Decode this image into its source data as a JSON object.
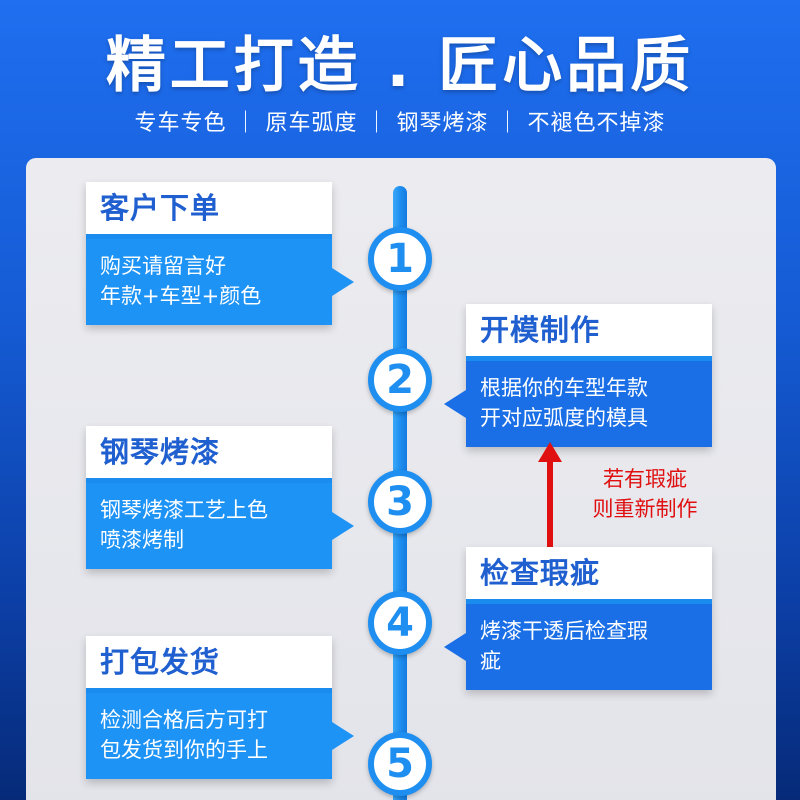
{
  "header": {
    "title": "精工打造 . 匠心品质",
    "subtitle": "专车专色 ｜ 原车弧度 ｜ 钢琴烤漆 ｜ 不褪色不掉漆"
  },
  "steps": [
    {
      "number": "1",
      "title": "客户下单",
      "desc_line1": "购买请留言好",
      "desc_line2": "年款+车型+颜色"
    },
    {
      "number": "2",
      "title": "开模制作",
      "desc_line1": "根据你的车型年款",
      "desc_line2": "开对应弧度的模具"
    },
    {
      "number": "3",
      "title": "钢琴烤漆",
      "desc_line1": "钢琴烤漆工艺上色",
      "desc_line2": "喷漆烤制"
    },
    {
      "number": "4",
      "title": "检查瑕疵",
      "desc_line1": "烤漆干透后检查瑕",
      "desc_line2": "疵"
    },
    {
      "number": "5",
      "title": "打包发货",
      "desc_line1": "检测合格后方可打",
      "desc_line2": "包发货到你的手上"
    }
  ],
  "redo_note": {
    "line1": "若有瑕疵",
    "line2": "则重新制作"
  },
  "colors": {
    "background": "#155bd4",
    "accent": "#1e8ff0",
    "card_title": "#1f5fcf",
    "warning": "#e01010"
  }
}
